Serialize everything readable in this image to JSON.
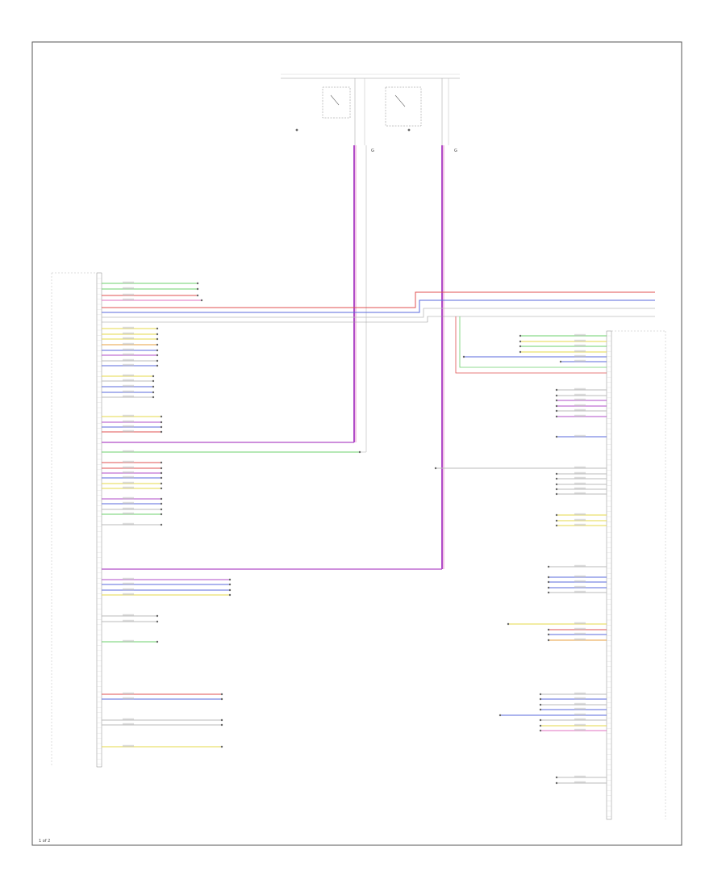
{
  "figure_id": "1 of 2",
  "ground_label_left": "G",
  "ground_label_right": "G",
  "colors": {
    "frame": "#555555",
    "wire_green": "#6cd06c",
    "wire_red": "#e05050",
    "wire_blue": "#5a6adc",
    "wire_yellow": "#e6d84a",
    "wire_violet": "#b04cc8",
    "wire_pink": "#e070c0",
    "wire_gray": "#bbbbbb",
    "wire_orange": "#e8a040"
  }
}
